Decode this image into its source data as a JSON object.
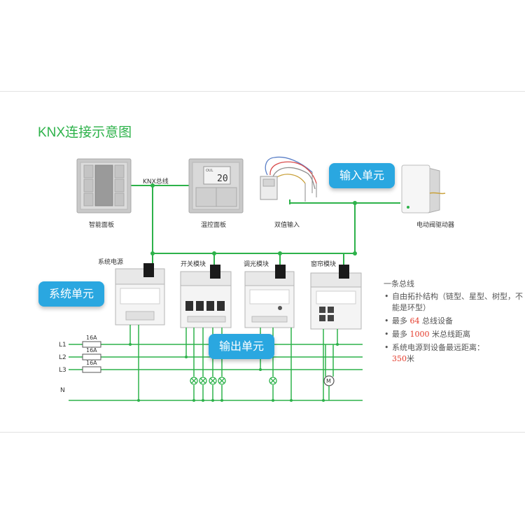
{
  "title": "KNX连接示意图",
  "bus_label": "KNX总线",
  "thermostat_reading": "20",
  "devices": {
    "smart_panel": "智能面板",
    "thermostat_panel": "温控面板",
    "binary_input": "双值输入",
    "valve_driver": "电动阀驱动器",
    "power_supply": "系统电源",
    "switch_module": "开关模块",
    "dimmer_module": "调光模块",
    "curtain_module": "窗帘模块"
  },
  "callouts": {
    "input_unit": "输入单元",
    "system_unit": "系统单元",
    "output_unit": "输出单元"
  },
  "power_lines": {
    "labels": [
      "L1",
      "L2",
      "L3",
      "N"
    ],
    "fuse": "16A",
    "motor": "M"
  },
  "notes": {
    "head": "一条总线",
    "item1": "自由拓扑结构（链型、星型、树型，不能是环型）",
    "item2_pre": "最多",
    "item2_num": "64",
    "item2_post": "总线设备",
    "item3_pre": "最多",
    "item3_num": "1000",
    "item3_post": "米总线距离",
    "item4_pre": "系统电源到设备最远距离：",
    "item4_num": "350",
    "item4_post": "米"
  },
  "colors": {
    "bus": "#2db24a",
    "callout": "#2aa7e0",
    "highlight": "#e43b2b"
  }
}
